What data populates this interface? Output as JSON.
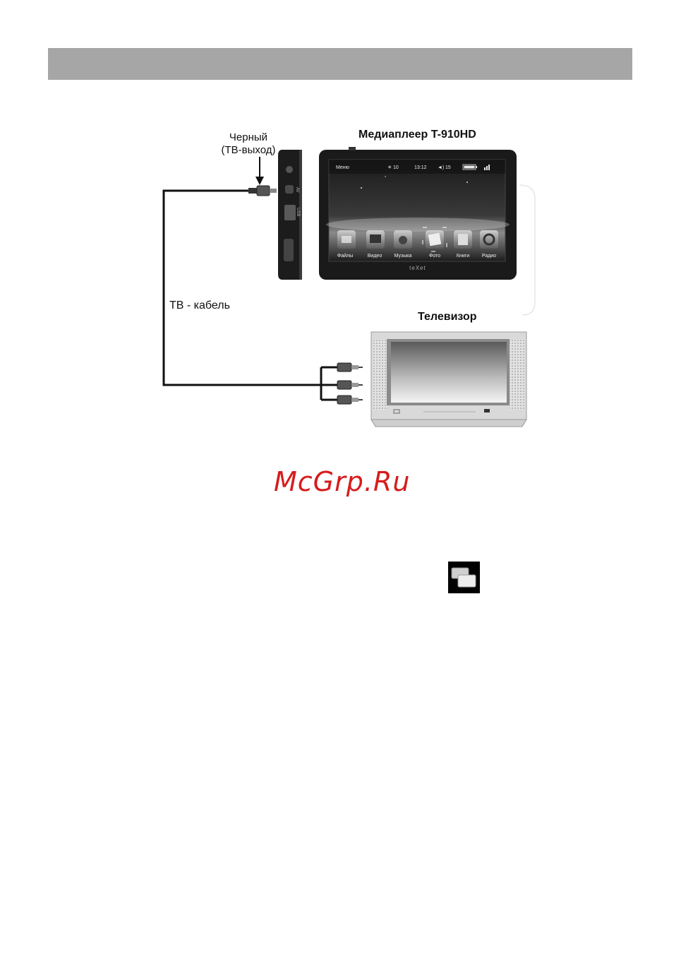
{
  "labels": {
    "black_line1": "Черный",
    "black_line2": "(ТВ-выход)",
    "player_title": "Медиаплеер T-910HD",
    "tv_title": "Телевизор",
    "cable": "ТВ - кабель",
    "watermark": "McGrp.Ru"
  },
  "player_screen": {
    "menu": "Меню",
    "brightness": "10",
    "time": "13:12",
    "volume": "15",
    "brand": "teXet",
    "icons": [
      {
        "label": "Файлы",
        "icon": "folder-icon"
      },
      {
        "label": "Видео",
        "icon": "video-icon"
      },
      {
        "label": "Музыка",
        "icon": "music-icon"
      },
      {
        "label": "Фото",
        "icon": "photo-icon"
      },
      {
        "label": "Книги",
        "icon": "book-icon"
      },
      {
        "label": "Радио",
        "icon": "radio-icon"
      }
    ]
  },
  "side_labels": {
    "port1": "AV",
    "port2": "USB"
  },
  "colors": {
    "header_bar": "#a6a6a6",
    "watermark": "#d61c1c",
    "device_body": "#1a1a1a",
    "tv_frame": "#d9d9d9"
  },
  "icons": {
    "tv_out": "tv-out-icon"
  }
}
